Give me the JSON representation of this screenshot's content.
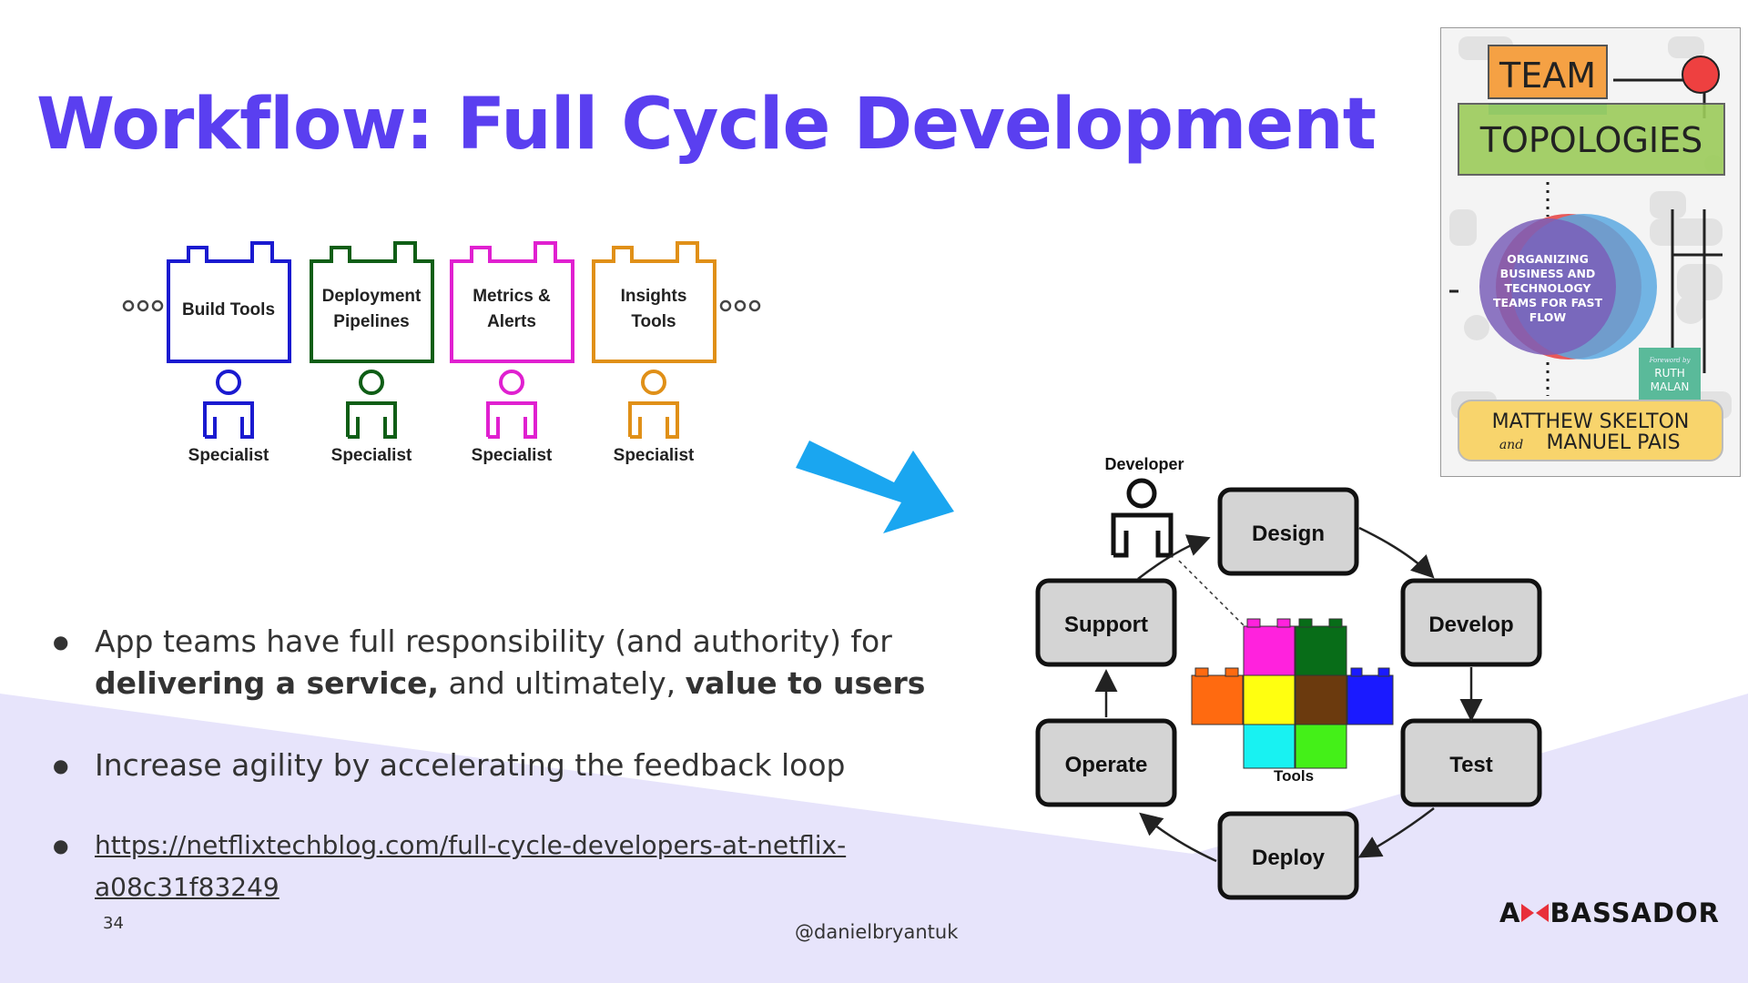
{
  "slide": {
    "title": "Workflow: Full Cycle Development",
    "number": "34",
    "handle": "@danielbryantuk",
    "logo_text_left": "A",
    "logo_text_right": "BASSADOR"
  },
  "specialists": {
    "boxes": [
      {
        "line1": "Build Tools",
        "line2": "",
        "color": "#1a1ad0"
      },
      {
        "line1": "Deployment",
        "line2": "Pipelines",
        "color": "#0f5e16"
      },
      {
        "line1": "Metrics &",
        "line2": "Alerts",
        "color": "#e020d0"
      },
      {
        "line1": "Insights",
        "line2": "Tools",
        "color": "#e09018"
      }
    ],
    "role_label": "Specialist"
  },
  "cycle": {
    "developer_label": "Developer",
    "tools_label": "Tools",
    "stages": [
      "Design",
      "Develop",
      "Test",
      "Deploy",
      "Operate",
      "Support"
    ]
  },
  "bullets": [
    {
      "text1": "App teams have full responsibility (and authority) for",
      "bold1": "delivering a service,",
      "text2": " and ultimately, ",
      "bold2": "value to users"
    },
    {
      "text": "Increase agility by accelerating the feedback loop"
    },
    {
      "link": "https://netflixtechblog.com/full-cycle-developers-at-netflix-a08c31f83249"
    }
  ],
  "book": {
    "title_line1": "TEAM",
    "title_line2": "TOPOLOGIES",
    "subtitle": [
      "ORGANIZING",
      "BUSINESS AND",
      "TECHNOLOGY",
      "TEAMS FOR FAST",
      "FLOW"
    ],
    "foreword_label": "Foreword by",
    "foreword_name1": "RUTH",
    "foreword_name2": "MALAN",
    "author1": "MATTHEW SKELTON",
    "author_join": "and",
    "author2": "MANUEL PAIS"
  },
  "colors": {
    "title": "#5a3ff0",
    "arrow": "#1aa6f0",
    "background_band": "#e7e4fb",
    "stage_fill": "#d4d4d4"
  }
}
